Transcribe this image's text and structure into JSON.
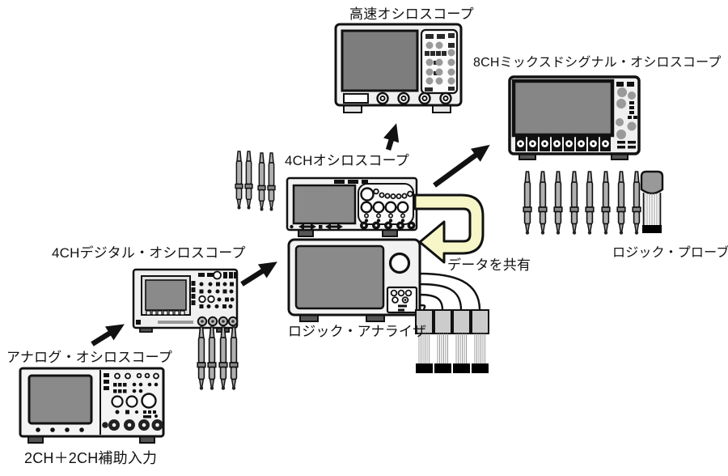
{
  "diagram": {
    "background": "#ffffff",
    "labels": {
      "high_speed_scope": "高速オシロスコープ",
      "mixed_signal_scope_8ch": "8CHミックスドシグナル・オシロスコープ",
      "scope_4ch": "4CHオシロスコープ",
      "digital_scope_4ch": "4CHデジタル・オシロスコープ",
      "analog_scope": "アナログ・オシロスコープ",
      "analog_scope_inputs": "2CH＋2CH補助入力",
      "logic_analyzer": "ロジック・アナライザ",
      "logic_probe": "ロジック・プローブ",
      "share_data": "データを共有"
    },
    "colors": {
      "outline": "#111111",
      "device_body": "#f0f0f0",
      "screen": "#8a8a8a",
      "knob": "#9a9a9a",
      "flow_arrow": "#111111",
      "share_arrow_fill": "#f7f6c8"
    }
  }
}
